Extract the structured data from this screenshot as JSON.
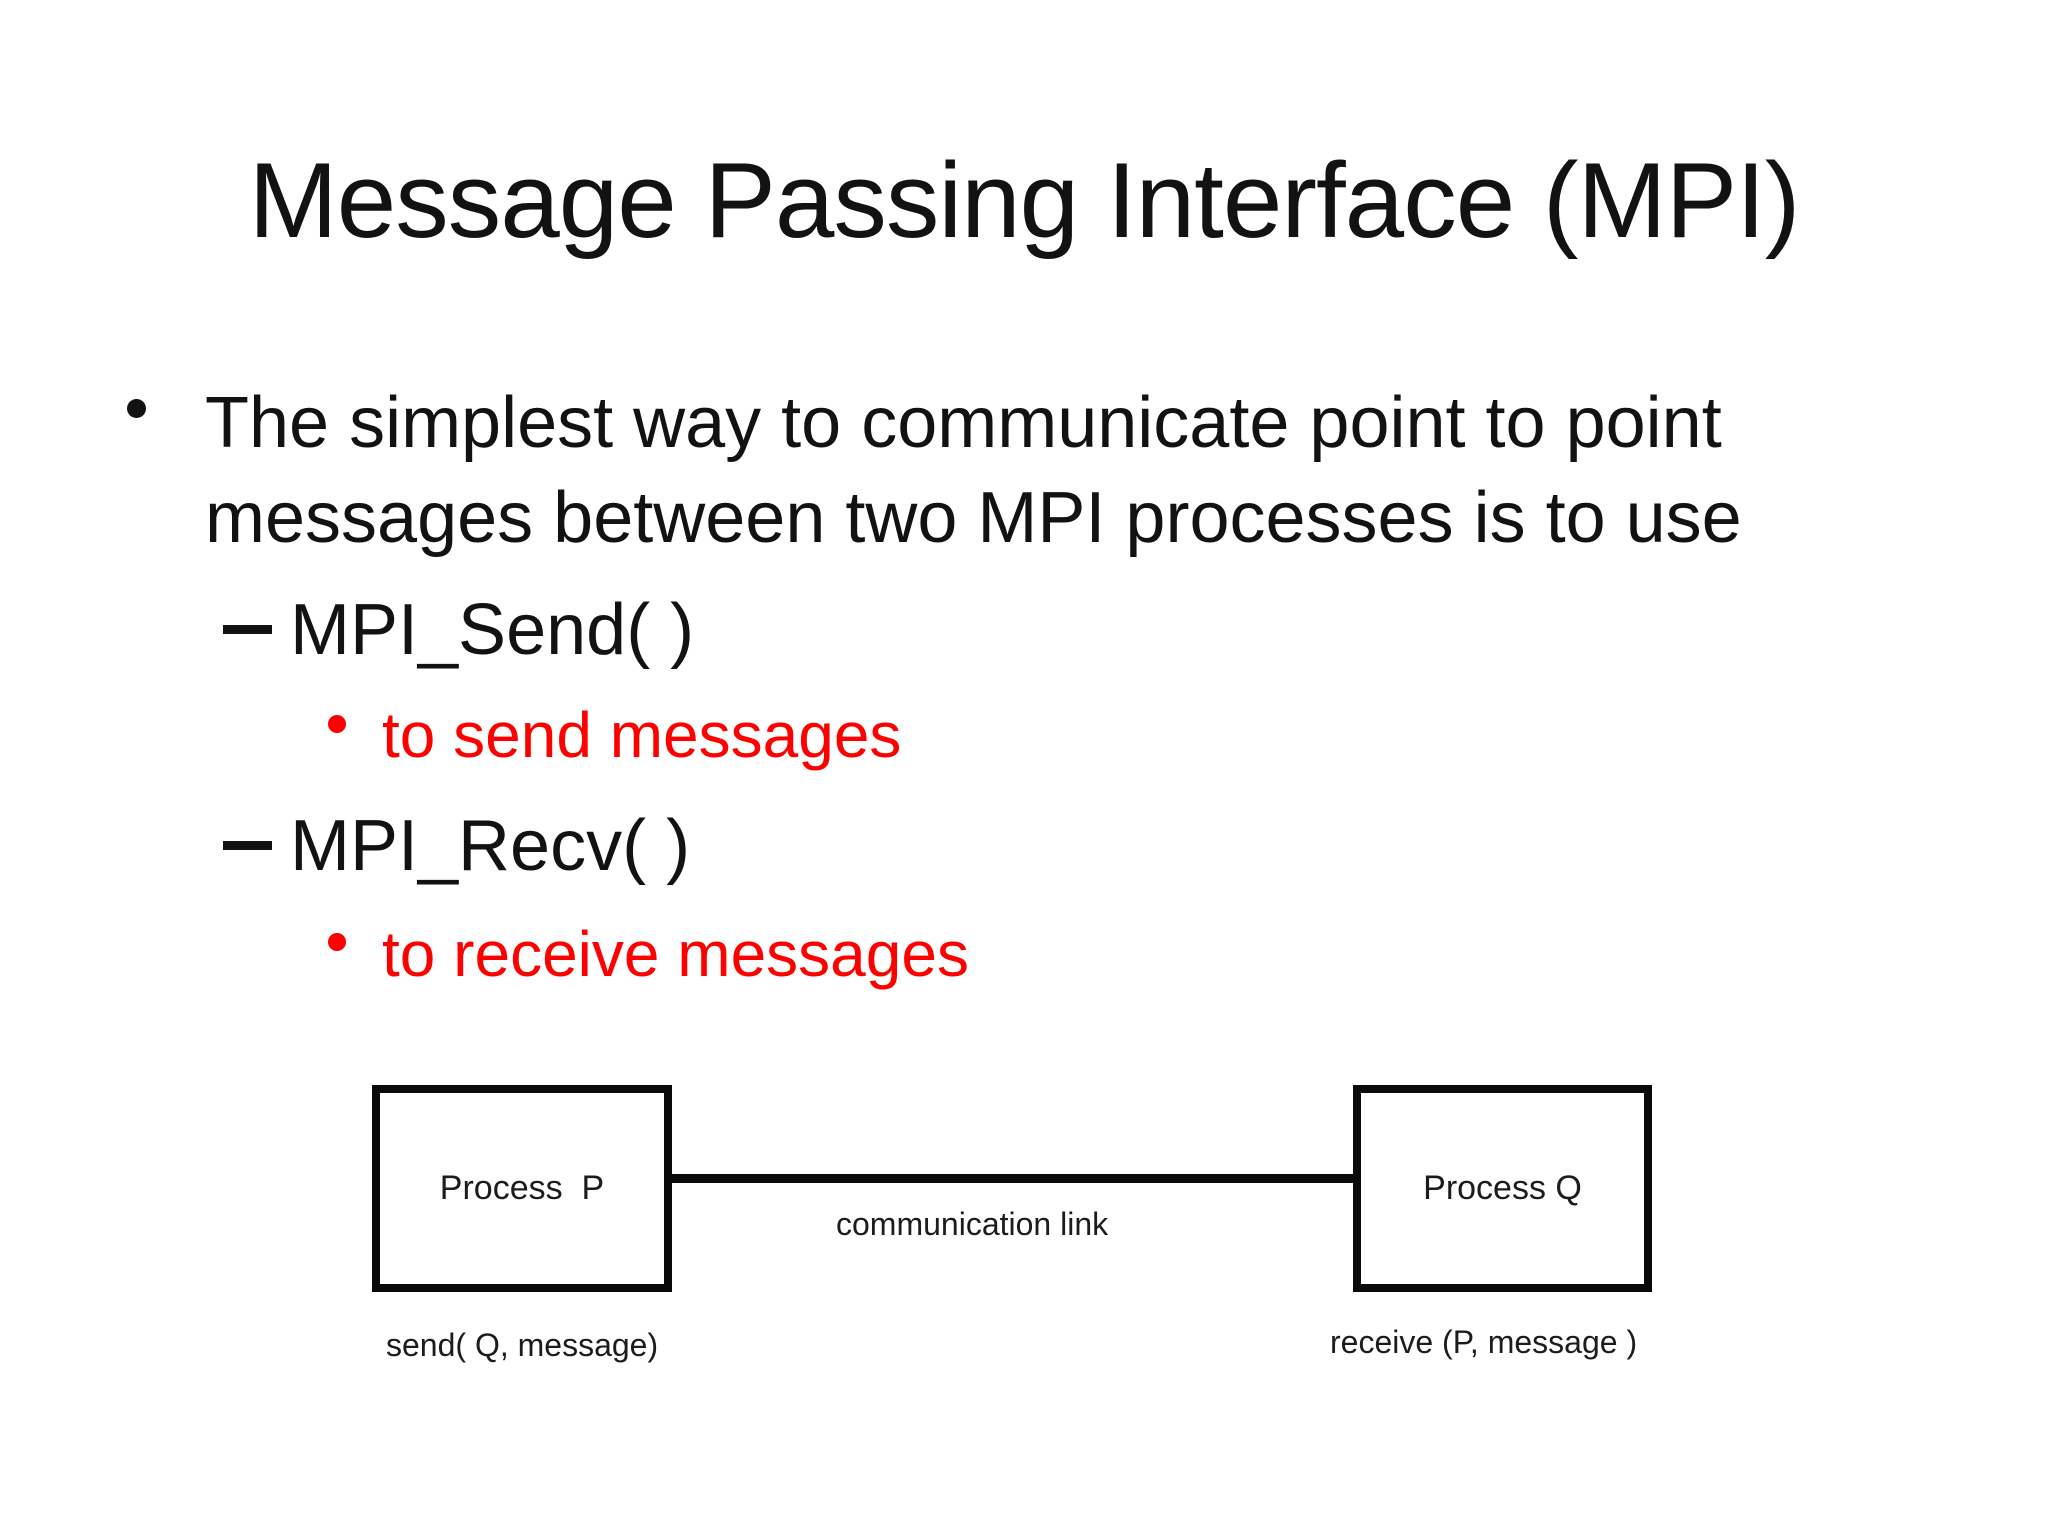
{
  "slide": {
    "title": "Message Passing Interface (MPI)",
    "background": "#ffffff",
    "text_color": "#121212",
    "accent_red": "#fe0000"
  },
  "bullets": {
    "level1_lines": [
      "The simplest way to communicate point to point",
      "messages between two MPI processes is to use"
    ],
    "items": [
      {
        "label": "MPI_Send( )",
        "sub": "to send messages"
      },
      {
        "label": "MPI_Recv( )",
        "sub": "to receive messages"
      }
    ]
  },
  "diagram": {
    "process_p": "Process  P",
    "process_q": "Process Q",
    "link_label": "communication link",
    "send_label": "send( Q, message)",
    "receive_label": "receive (P, message )"
  }
}
